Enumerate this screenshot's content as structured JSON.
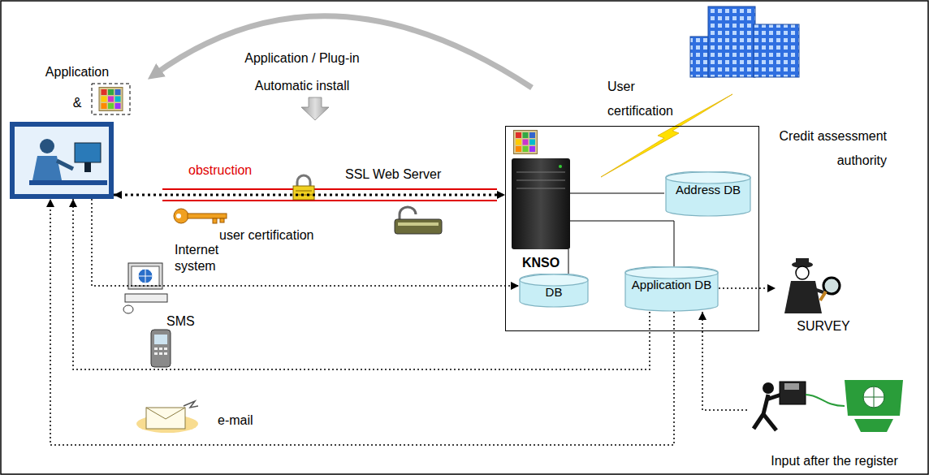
{
  "diagram": {
    "nodes": [
      {
        "text": [
          "Application &"
        ]
      },
      {
        "text": [
          "KNSO"
        ]
      },
      {
        "text": [
          "Address DB"
        ],
        "in": 1
      },
      {
        "text": [
          "DB"
        ],
        "in": 1
      },
      {
        "text": [
          "Application DB"
        ],
        "in": 1
      },
      {
        "text": [
          "Credit assessment authority"
        ]
      },
      {
        "text": [
          "SURVEY"
        ]
      },
      {
        "text": [
          "Input after the register"
        ]
      }
    ],
    "edges": [
      {
        "from": 0,
        "to": 1,
        "arrow": "both"
      },
      {
        "from": 0,
        "to": 3,
        "arrow": "to"
      },
      {
        "from": 4,
        "to": 0,
        "arrow": "to"
      },
      {
        "from": 4,
        "to": 0,
        "arrow": "to"
      },
      {
        "from": 4,
        "to": 6,
        "arrow": "to"
      },
      {
        "from": 7,
        "to": 4,
        "arrow": "to"
      }
    ],
    "labels": [
      "Application / Plug-in Automatic install",
      "obstruction",
      "SSL Web Server",
      "User certification",
      "user certification",
      "Internet system",
      "SMS",
      "e-mail"
    ]
  }
}
